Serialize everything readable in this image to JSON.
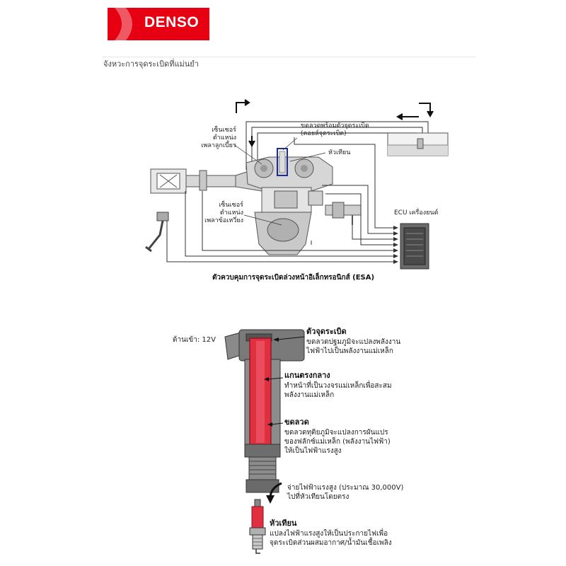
{
  "brand": {
    "name": "DENSO",
    "color": "#e60012"
  },
  "subtitle": "จังหวะการจุดระเบิดที่แม่นยำ",
  "diagram1": {
    "labels": {
      "cam_sensor": [
        "เซ็นเซอร์",
        "ตำแหน่ง",
        "เพลาลูกเบี้ยว"
      ],
      "coil_with_igniter": [
        "ขดลวดพร้อมตัวจุดระเบิด",
        "(คอยล์จุดระเบิด)"
      ],
      "spark_plug": "หัวเทียน",
      "crank_sensor": [
        "เซ็นเซอร์",
        "ตำแหน่ง",
        "เพลาข้อเหวี่ยง"
      ],
      "ecu": "ECU เครื่องยนต์"
    },
    "caption": "ตัวควบคุมการจุดระเบิดล่วงหน้าอิเล็กทรอนิกส์ (ESA)"
  },
  "diagram2": {
    "input_label": "ด้านเข้า: 12V",
    "parts": [
      {
        "title": "ตัวจุดระเบิด",
        "lines": [
          "ขดลวดปฐมภูมิจะแปลงพลังงาน",
          "ไฟฟ้าไปเป็นพลังงานแม่เหล็ก"
        ]
      },
      {
        "title": "แกนตรงกลาง",
        "lines": [
          "ทำหน้าที่เป็นวงจรแม่เหล็กเพื่อสะสม",
          "พลังงานแม่เหล็ก"
        ]
      },
      {
        "title": "ขดลวด",
        "lines": [
          "ขดลวดทุติยภูมิจะแปลงการผันแปร",
          "ของฟลักซ์แม่เหล็ก (พลังงานไฟฟ้า)",
          "ให้เป็นไฟฟ้าแรงสูง"
        ]
      }
    ],
    "output_lines": [
      "จ่ายไฟฟ้าแรงสูง (ประมาณ 30,000V)",
      "ไปที่หัวเทียนโดยตรง"
    ],
    "spark_plug": {
      "title": "หัวเทียน",
      "lines": [
        "แปลงไฟฟ้าแรงสูงให้เป็นประกายไฟเพื่อ",
        "จุดระเบิดส่วนผสมอากาศ/น้ำมันเชื้อเพลิง"
      ]
    },
    "accent_color": "#e03040"
  }
}
